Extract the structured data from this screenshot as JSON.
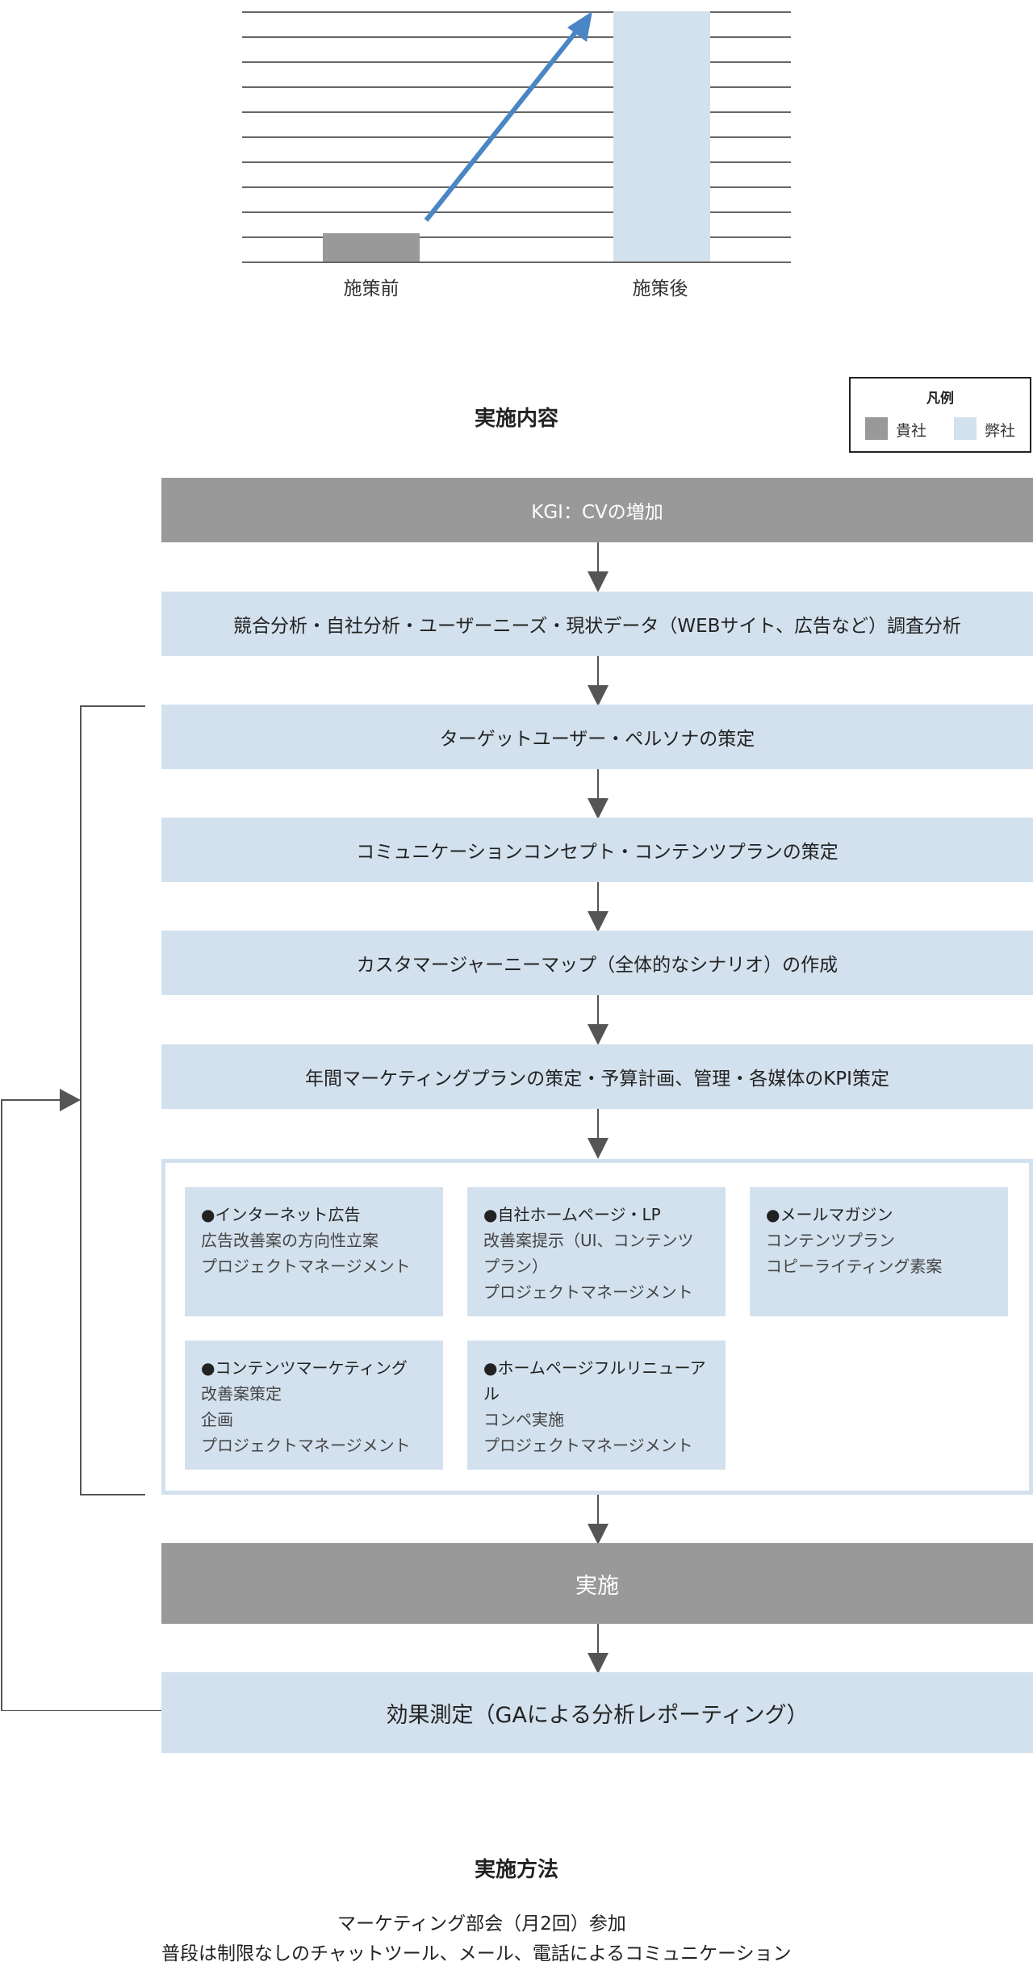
{
  "chart_data": {
    "type": "bar",
    "categories": [
      "施策前",
      "施策後"
    ],
    "values": [
      1.2,
      10.5
    ],
    "title": "",
    "xlabel": "",
    "ylabel": "",
    "ylim": [
      0,
      10.5
    ],
    "grid": true,
    "trend_arrow": true,
    "colors": [
      "#999999",
      "#d3e1ee"
    ],
    "arrow_color": "#4a86c5"
  },
  "section_content": {
    "title": "実施内容"
  },
  "legend": {
    "title": "凡例",
    "items": [
      {
        "label": "貴社",
        "color": "#999999"
      },
      {
        "label": "弊社",
        "color": "#d3e1ee"
      }
    ]
  },
  "flow": {
    "kgi": "KGI：CVの増加",
    "step1": "競合分析・自社分析・ユーザーニーズ・現状データ（WEBサイト、広告など）調査分析",
    "step2": "ターゲットユーザー・ペルソナの策定",
    "step3": "コミュニケーションコンセプト・コンテンツプランの策定",
    "step4": "カスタマージャーニーマップ（全体的なシナリオ）の作成",
    "step5": "年間マーケティングプランの策定・予算計画、管理・各媒体のKPI策定",
    "items": [
      {
        "head": "●インターネット広告",
        "lines": [
          "広告改善案の方向性立案",
          "プロジェクトマネージメント"
        ]
      },
      {
        "head": "●自社ホームページ・LP",
        "lines": [
          "改善案提示（UI、コンテンツ",
          "プラン）",
          "プロジェクトマネージメント"
        ]
      },
      {
        "head": "●メールマガジン",
        "lines": [
          "コンテンツプラン",
          "コピーライティング素案"
        ]
      },
      {
        "head": "●コンテンツマーケティング",
        "lines": [
          "改善案策定",
          "企画",
          "プロジェクトマネージメント"
        ]
      },
      {
        "head_lines": [
          "●ホームページフルリニューア",
          "ル"
        ],
        "lines": [
          "コンペ実施",
          "プロジェクトマネージメント"
        ]
      }
    ],
    "implement": "実施",
    "measure": "効果測定（GAによる分析レポーティング）"
  },
  "section_method": {
    "title": "実施方法",
    "line1": "マーケティング部会（月2回）参加",
    "line2": "普段は制限なしのチャットツール、メール、電話によるコミュニケーション"
  }
}
